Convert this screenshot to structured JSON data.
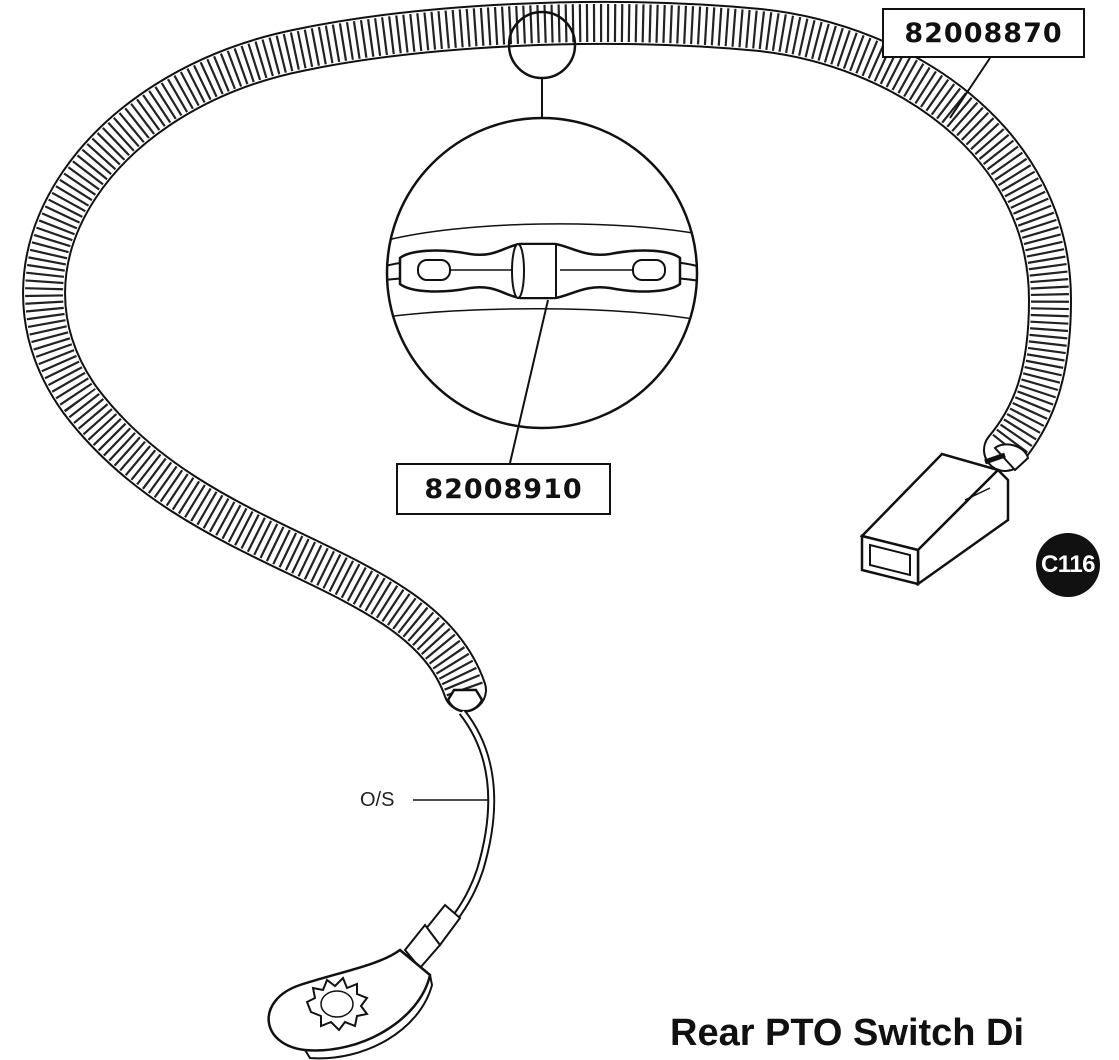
{
  "labels": {
    "harness_part_number": "82008870",
    "fuse_part_number": "82008910",
    "connector_id": "C116",
    "wire_label": "O/S",
    "title": "Rear PTO Switch Di"
  },
  "colors": {
    "line": "#111111",
    "background": "#ffffff",
    "badge_fill": "#111111",
    "badge_text": "#ffffff"
  },
  "components": [
    {
      "name": "wire-harness",
      "icon": "corrugated-conduit-icon"
    },
    {
      "name": "inline-fuse",
      "icon": "glass-fuse-icon"
    },
    {
      "name": "connector",
      "icon": "spade-connector-icon"
    },
    {
      "name": "ring-terminal",
      "icon": "ring-terminal-icon"
    }
  ]
}
